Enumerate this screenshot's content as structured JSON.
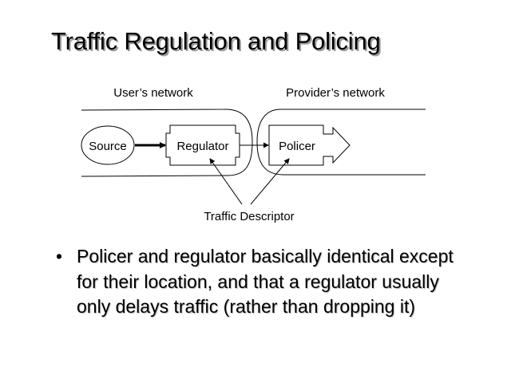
{
  "slide": {
    "title": "Traffic Regulation and Policing",
    "diagram": {
      "user_network_label": "User’s network",
      "provider_network_label": "Provider’s network",
      "source_label": "Source",
      "regulator_label": "Regulator",
      "policer_label": "Policer",
      "traffic_descriptor_label": "Traffic Descriptor"
    },
    "bullets": [
      {
        "marker": "•",
        "text": "Policer and regulator basically identical except for their location, and that a regulator usually only delays traffic (rather than dropping it)"
      }
    ]
  }
}
